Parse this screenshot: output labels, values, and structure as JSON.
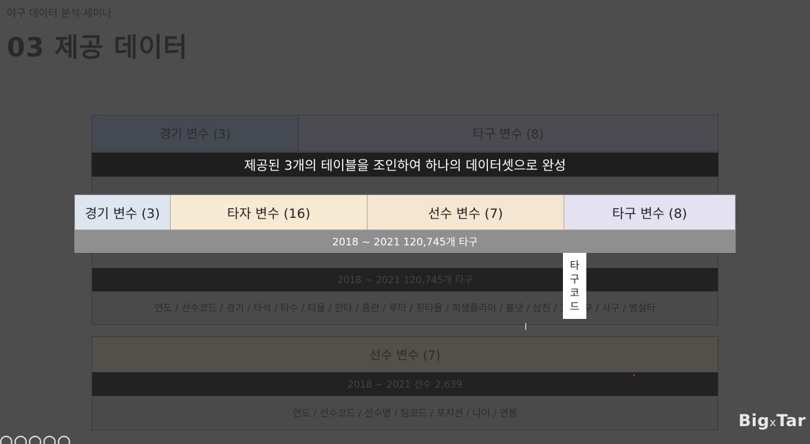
{
  "slide": {
    "subtitle": "야구 데이터 분석 세미나",
    "title": "03 제공 데이터"
  },
  "panel_top": {
    "game_header": "경기 변수 (3)",
    "pitch_header": "타구 변수 (8)",
    "period_text": "2018 ~ 2021 120,745개 타구",
    "columns_text": "연도 / 선수코드 / 경기 / 타석 / 타수 / 타율 / 안타 / 홈런 / 루타 / 장타율 / 희생플라이 / 볼넷 / 삼진 / 고의4구 / 사구 / 병살타"
  },
  "banner": {
    "text": "제공된 3개의 테이블을 조인하여 하나의 데이터셋으로 완성"
  },
  "highlight": {
    "game": "경기 변수 (3)",
    "batter": "타자 변수 (16)",
    "player": "선수 변수 (7)",
    "pitch": "타구 변수 (8)",
    "summary": "2018 ~ 2021 120,745개 타구"
  },
  "vertical_label": [
    "타",
    "구",
    "코",
    "드"
  ],
  "panel_bottom": {
    "header": "선수 변수 (7)",
    "period_text": "2018 ~ 2021 선수 2,639",
    "columns_text": "연도 / 선수코드 / 선수명 / 팀코드 / 포지션 / 나이 / 연봉"
  },
  "logo": {
    "part1": "Big",
    "part2": "x",
    "part3": "Tar"
  },
  "icons": {
    "cursor": "text-cursor-icon",
    "controls": [
      "prev-icon",
      "up-icon",
      "caption-icon",
      "settings-icon",
      "next-icon"
    ]
  }
}
